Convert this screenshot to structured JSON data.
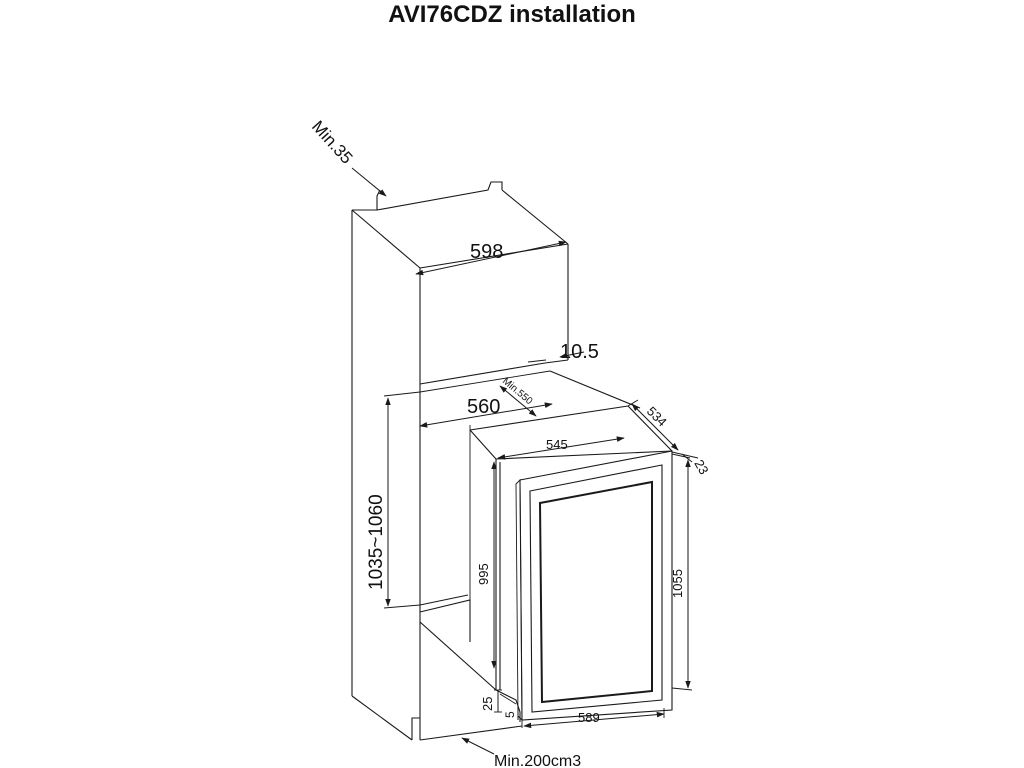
{
  "title": "AVI76CDZ installation",
  "dimensions": {
    "min_top_gap": "Min.35",
    "cabinet_width": "598",
    "side_panel": "10.5",
    "min_depth": "Min.550",
    "niche_width": "560",
    "appliance_depth": "534",
    "appliance_width": "545",
    "door_thickness": "23",
    "niche_height": "1035~1060",
    "body_height": "995",
    "total_height": "1055",
    "plinth_gap": "25",
    "floor_gap": "5",
    "door_width": "589",
    "ventilation": "Min.200cm3"
  }
}
